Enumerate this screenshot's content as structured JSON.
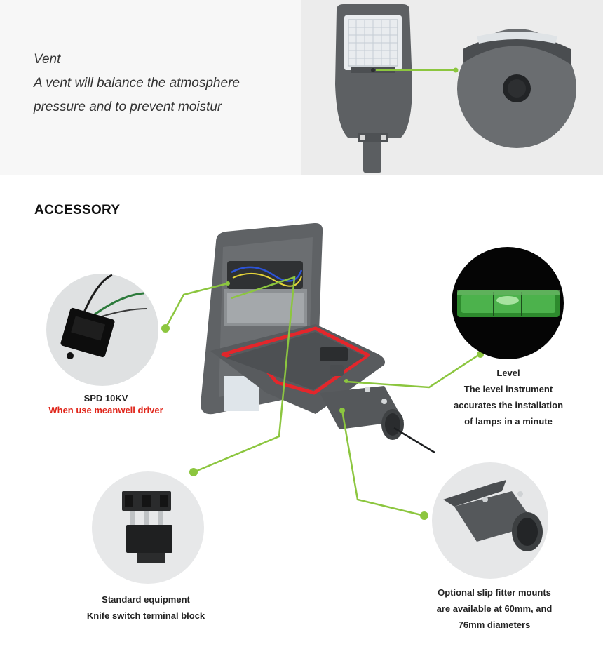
{
  "vent": {
    "heading": "Vent",
    "line1": "A vent will balance the atmosphere",
    "line2": "pressure and to prevent moistur"
  },
  "accessory": {
    "title": "ACCESSORY"
  },
  "spd": {
    "title": "SPD 10KV",
    "note": "When use meanwell driver"
  },
  "level": {
    "title": "Level",
    "line1": "The level instrument",
    "line2": "accurates the installation",
    "line3": "of lamps in a minute"
  },
  "terminal": {
    "line1": "Standard equipment",
    "line2": "Knife switch terminal block"
  },
  "fitter": {
    "line1": "Optional slip fitter mounts",
    "line2": "are available at 60mm, and",
    "line3": "76mm diameters"
  },
  "colors": {
    "accent_green": "#8cc63f",
    "note_red": "#e0261b",
    "housing_gray": "#5a5d60"
  }
}
